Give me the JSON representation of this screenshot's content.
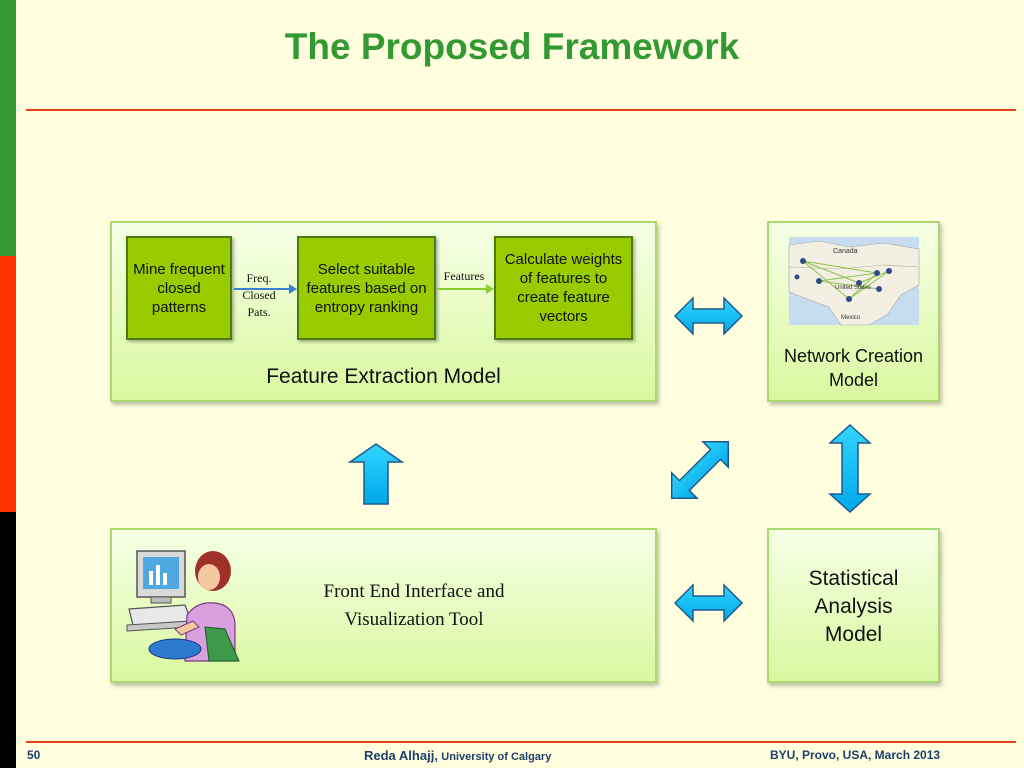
{
  "title": "The Proposed Framework",
  "feature_model": {
    "boxes": [
      "Mine frequent closed patterns",
      "Select suitable features based on entropy ranking",
      "Calculate weights of features to create feature vectors"
    ],
    "arrow_label_1": "Freq. Closed Pats.",
    "arrow_label_2": "Features",
    "label": "Feature Extraction Model"
  },
  "network_model": {
    "label": "Network Creation Model",
    "map_labels": [
      "Canada",
      "United States",
      "Mexico"
    ]
  },
  "frontend": {
    "label": "Front End Interface and Visualization Tool"
  },
  "statistical_model": {
    "label": "Statistical Analysis Model"
  },
  "footer": {
    "page_number": "50",
    "author": "Reda Alhajj,",
    "affiliation": "University of Calgary",
    "event": "BYU, Provo, USA,  March 2013"
  },
  "colors": {
    "title": "#339933",
    "box_fill": "#99CC00",
    "arrow_fill": "#00BFFF",
    "rule": "#E0401A"
  }
}
